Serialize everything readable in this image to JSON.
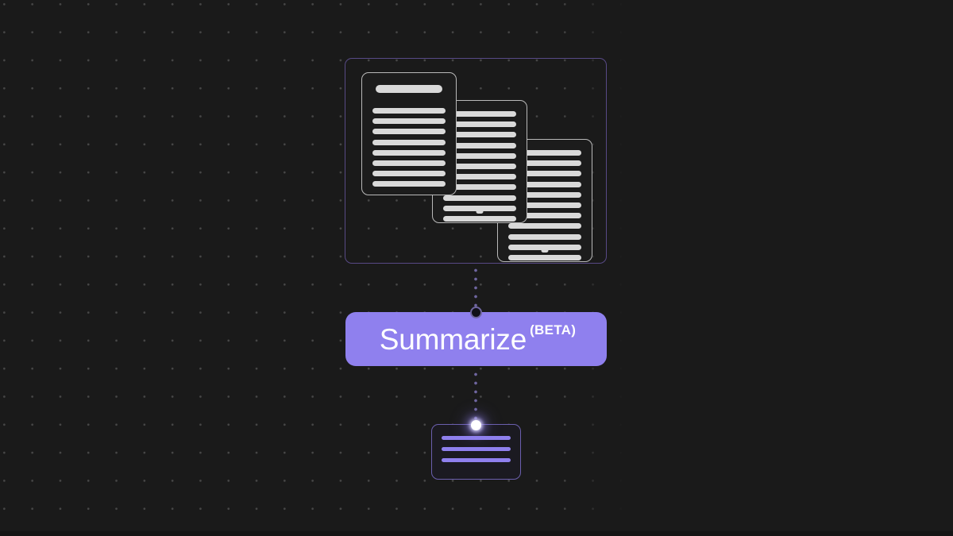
{
  "canvas": {
    "background_color": "#1a1a1a",
    "grid_dot_color": "#4a4a4a",
    "accent_color": "#8f80ee",
    "border_accent_color": "#584a86"
  },
  "source_group": {
    "label": "source-documents-group",
    "border_color": "#584a86",
    "documents": [
      {
        "name": "document-1",
        "has_title_line": true,
        "title_line_width_pct": 92,
        "body_line_widths_pct": [
          100,
          100,
          100,
          100,
          100,
          100,
          100,
          100
        ],
        "has_home_dot": true
      },
      {
        "name": "document-2",
        "has_title_line": false,
        "body_line_widths_pct": [
          100,
          100,
          100,
          100,
          100,
          100,
          100,
          100,
          100,
          100,
          100,
          100
        ],
        "has_home_dot": true
      },
      {
        "name": "document-3",
        "has_title_line": false,
        "body_line_widths_pct": [
          100,
          100,
          100,
          100,
          100,
          100,
          100,
          100,
          100,
          100,
          100,
          100
        ],
        "has_home_dot": true
      }
    ]
  },
  "action": {
    "label": "Summarize",
    "badge": "(BETA)",
    "background_color": "#8f80ee",
    "text_color": "#ffffff"
  },
  "connectors": {
    "top": {
      "name": "documents-to-summarize",
      "style": "dotted",
      "color": "#6f66a0"
    },
    "bottom": {
      "name": "summarize-to-result",
      "style": "dotted",
      "color": "#6f66a0"
    }
  },
  "nodes": {
    "input": {
      "name": "input-node",
      "fill": "#111018",
      "ring": "#6f66a0"
    },
    "output": {
      "name": "output-node",
      "fill": "#ffffff",
      "glow": "#8f80ee"
    }
  },
  "result": {
    "name": "summary-result-card",
    "border_color": "#6b5fae",
    "line_color": "#8f80ee",
    "line_widths_pct": [
      100,
      100,
      100
    ]
  }
}
